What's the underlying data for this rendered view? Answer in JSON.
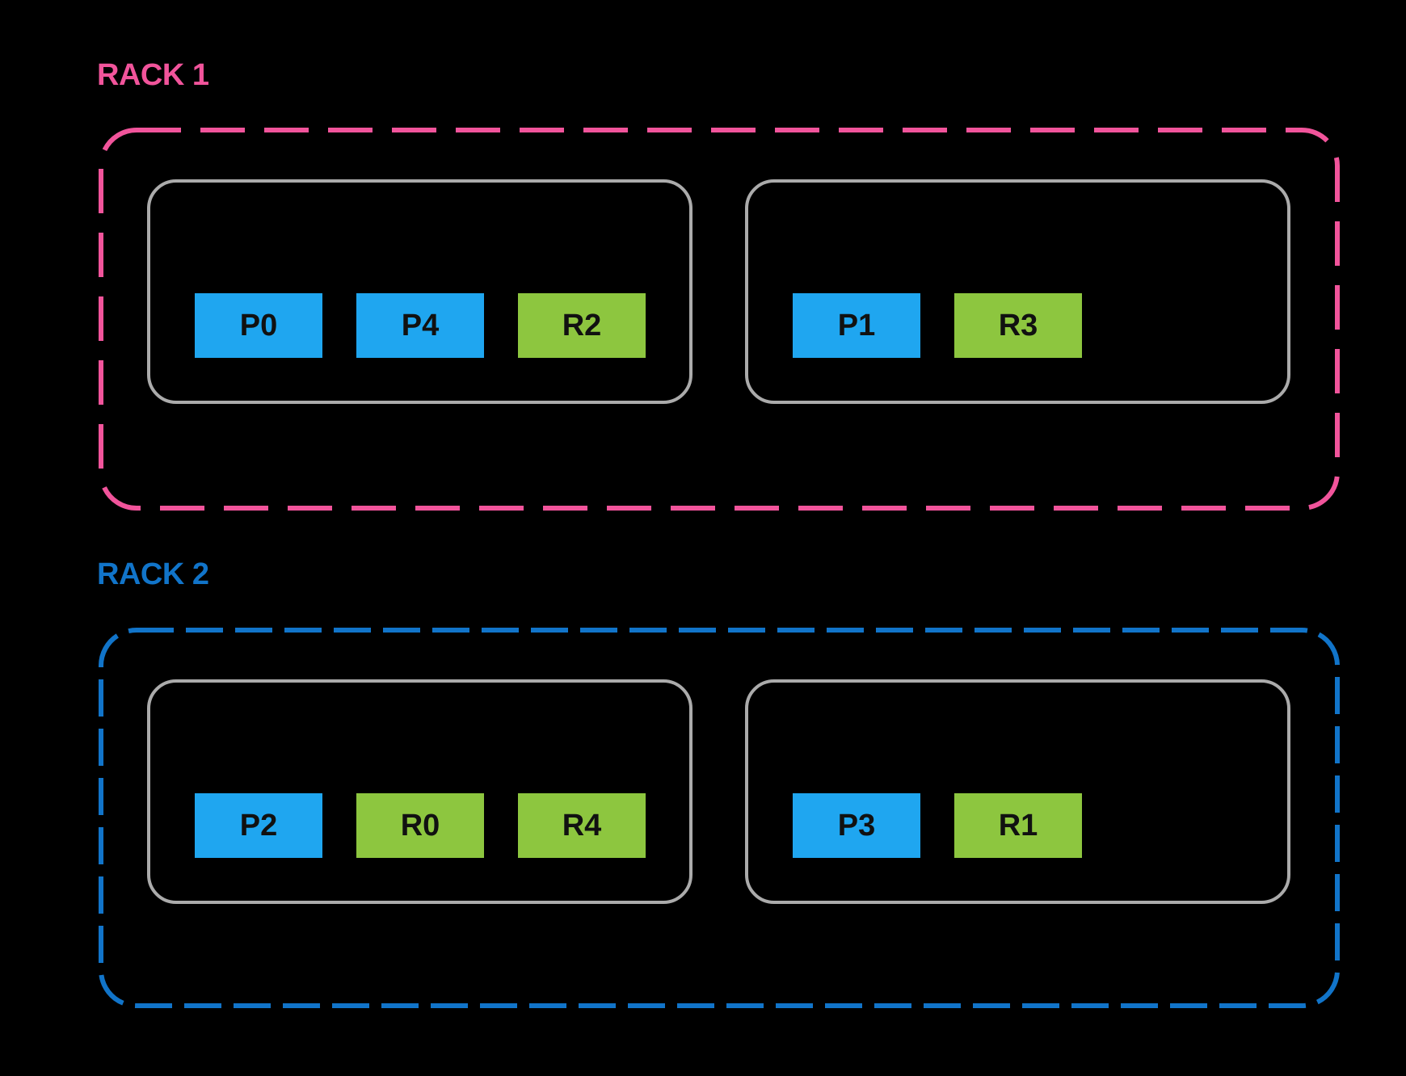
{
  "colors": {
    "background": "#000000",
    "rack1_accent": "#F1549B",
    "rack2_accent": "#1174C9",
    "node_border": "#ABABAB",
    "process_chip_blue": "#1FA6F0",
    "replica_chip_green": "#8DC63F",
    "chip_text": "#111111"
  },
  "racks": [
    {
      "label": "RACK 1",
      "color": "#F1549B",
      "nodes": [
        {
          "chips": [
            {
              "label": "P0"
            },
            {
              "label": "P4"
            },
            {
              "label": "R2"
            }
          ]
        },
        {
          "chips": [
            {
              "label": "P1"
            },
            {
              "label": "R3"
            }
          ]
        }
      ]
    },
    {
      "label": "RACK 2",
      "color": "#1174C9",
      "nodes": [
        {
          "chips": [
            {
              "label": "P2"
            },
            {
              "label": "R0"
            },
            {
              "label": "R4"
            }
          ]
        },
        {
          "chips": [
            {
              "label": "P3"
            },
            {
              "label": "R1"
            }
          ]
        }
      ]
    }
  ]
}
